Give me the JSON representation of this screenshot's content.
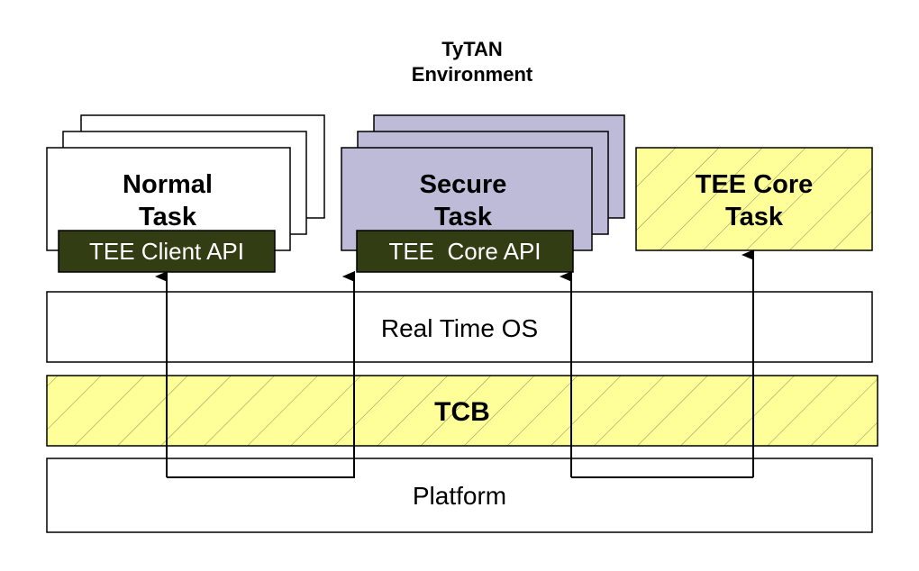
{
  "environment": {
    "line1": "TyTAN",
    "line2": "Environment"
  },
  "normal_task": {
    "line1": "Normal",
    "line2": "Task",
    "api_label": "TEE Client API"
  },
  "secure_task": {
    "line1": "Secure",
    "line2": "Task",
    "api_label": "TEE  Core API"
  },
  "tee_core_task": {
    "line1": "TEE Core",
    "line2": "Task"
  },
  "layers": {
    "rtos": "Real Time OS",
    "tcb": "TCB",
    "platform": "Platform"
  },
  "colors": {
    "secure_fill": "#bdbbd8",
    "hatch_fill": "#ffff99",
    "api_fill": "#333d14",
    "api_text": "#ffffff",
    "stroke": "#000000"
  }
}
